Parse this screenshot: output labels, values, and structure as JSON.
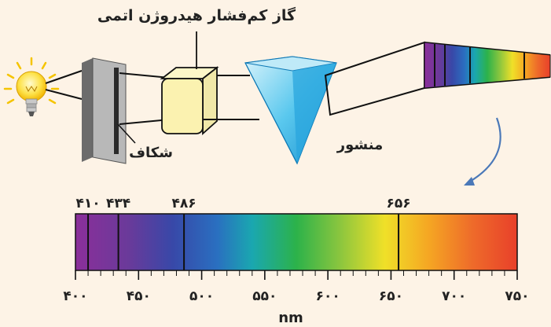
{
  "labels": {
    "gas": "گاز کم‌فشار هیدروژن اتمی",
    "slit": "شکاف",
    "prism": "منشور"
  },
  "spectrum": {
    "x_ticks": [
      "۴۰۰",
      "۴۵۰",
      "۵۰۰",
      "۵۵۰",
      "۶۰۰",
      "۶۵۰",
      "۷۰۰",
      "۷۵۰"
    ],
    "unit": "nm",
    "lines": [
      {
        "value": 410,
        "label": "۴۱۰"
      },
      {
        "value": 434,
        "label": "۴۳۴"
      },
      {
        "value": 486,
        "label": "۴۸۶"
      },
      {
        "value": 656,
        "label": "۶۵۶"
      }
    ],
    "range": [
      400,
      750
    ]
  },
  "colors": {
    "background": "#fdf3e6",
    "arrow": "#4a78b8"
  }
}
